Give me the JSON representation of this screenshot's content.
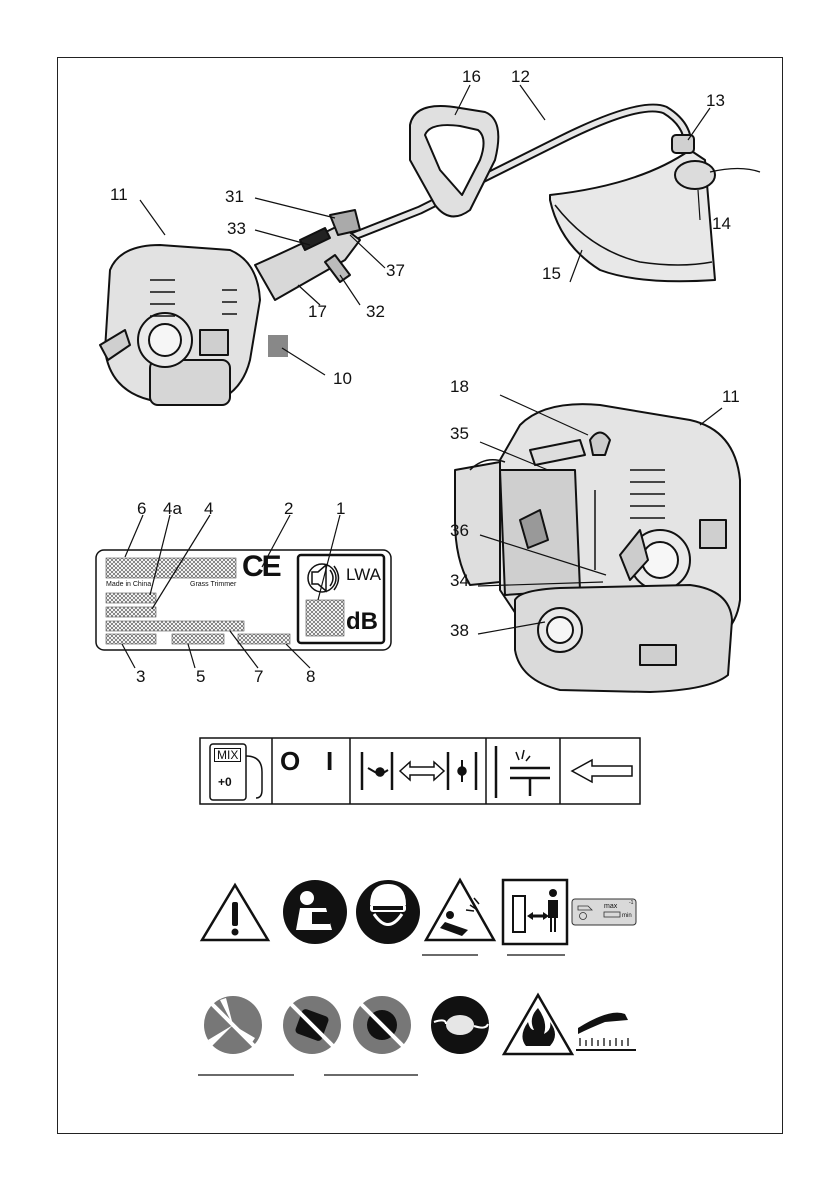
{
  "callouts_top": {
    "n16": "16",
    "n12": "12",
    "n13": "13",
    "n11": "11",
    "n31": "31",
    "n33": "33",
    "n14": "14",
    "n37": "37",
    "n15": "15",
    "n17": "17",
    "n32": "32",
    "n10": "10"
  },
  "callouts_engine": {
    "n18": "18",
    "n11": "11",
    "n35": "35",
    "n36": "36",
    "n34": "34",
    "n38": "38"
  },
  "rating_label": {
    "numbers_top": [
      "6",
      "4a",
      "4",
      "2",
      "1"
    ],
    "numbers_bottom": [
      "3",
      "5",
      "7",
      "8"
    ],
    "made_in": "Made in China",
    "product": "Grass Trimmer",
    "ce_mark": "CE",
    "lwa": "LWA",
    "db": "dB"
  },
  "symbol_strip": {
    "fuel_mix": "MIX",
    "fuel_ratio": "+0",
    "switch_off": "O",
    "switch_on": "I"
  },
  "speed_label": {
    "max": "max",
    "unit": "min",
    "exponent": "-1"
  }
}
